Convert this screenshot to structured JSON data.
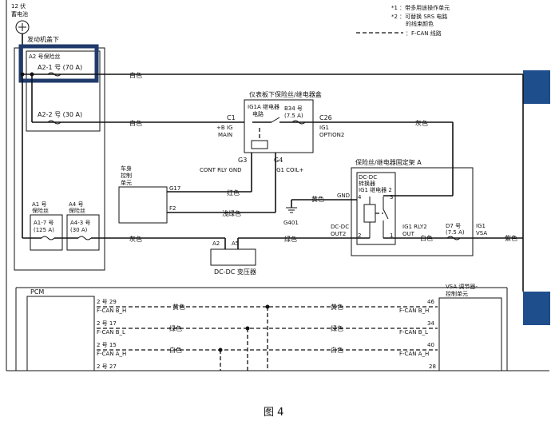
{
  "battery": {
    "line1": "12 伏",
    "line2": "蓄电池"
  },
  "notes": {
    "n1": "*1 ：带多用途操作单元",
    "n2a": "*2 ：可替换 SRS 电路",
    "n2b": "的线束颜色",
    "n3": "：F-CAN 线路"
  },
  "engine_bay": "发动机盖下",
  "fuse_box_a2": "A2 号保险丝",
  "fuses": {
    "a2_1": "A2-1 号 (70 A)",
    "a2_2": "A2-2 号 (30 A)",
    "a1_label_1": "A1 号",
    "a1_label_2": "保险丝",
    "a1_7_1": "A1-7 号",
    "a1_7_2": "(125 A)",
    "a4_label_1": "A4 号",
    "a4_label_2": "保险丝",
    "a4_3_1": "A4-3 号",
    "a4_3_2": "(30 A)",
    "b34_1": "B34 号",
    "b34_2": "(7.5 A)",
    "d7_1": "D7 号",
    "d7_2": "(7.5 A)"
  },
  "dash_box": {
    "title": "仪表板下保险丝/继电器盒",
    "relay_1": "IG1A 继电器",
    "relay_2": "电路",
    "c1": "C1",
    "plus_b_ig": "+B IG",
    "main": "MAIN",
    "c26": "C26",
    "ig1": "IG1",
    "option2": "OPTION2",
    "g3": "G3",
    "g4": "G4",
    "cont_rly_gnd": "CONT RLY GND",
    "ig1_coil": "IG1 COIL+"
  },
  "body_ctrl": {
    "l1": "车身",
    "l2": "控制",
    "l3": "单元",
    "g17": "G17",
    "f2": "F2"
  },
  "ground": {
    "label": "G401",
    "gnd": "GND"
  },
  "relay_box_a": {
    "title": "保险丝/继电器固定架 A",
    "l1": "DC-DC",
    "l2": "转换器",
    "l3": "IG1 继电器 2",
    "p4": "4",
    "p3": "3",
    "p2": "2",
    "p1": "1",
    "dcdc_out_1": "DC-DC",
    "dcdc_out_2": "OUT2",
    "ig1_rly2_1": "IG1 RLY2",
    "ig1_rly2_2": "OUT",
    "ig1_vsa_1": "IG1",
    "ig1_vsa_2": "VSA"
  },
  "converter": {
    "label": "DC-DC 变压器",
    "a2": "A2",
    "a5": "A5"
  },
  "wires": {
    "white": "白色",
    "gray": "灰色",
    "red": "红色",
    "light_green": "浅绿色",
    "yellow": "黄色",
    "green": "绿色",
    "pink": "紫色"
  },
  "pcm": "PCM",
  "vsa": {
    "l1": "VSA 调节器-",
    "l2": "控制单元"
  },
  "can_rows": [
    {
      "pin_l": "2 号 29",
      "name_l": "F-CAN B_H",
      "wire": "黄色",
      "pin_r": "46",
      "name_r": "F-CAN B_H"
    },
    {
      "pin_l": "2 号 17",
      "name_l": "F-CAN B_L",
      "wire": "绿色",
      "pin_r": "34",
      "name_r": "F-CAN B_L"
    },
    {
      "pin_l": "2 号 15",
      "name_l": "F-CAN A_H",
      "wire": "白色",
      "pin_r": "40",
      "name_r": "F-CAN A_H"
    },
    {
      "pin_l": "2 号 27",
      "name_l": "",
      "wire": "",
      "pin_r": "28",
      "name_r": ""
    }
  ],
  "caption": "图 4",
  "colors": {
    "accent_blue": "#1f4e8c",
    "highlight": "#1f3a6b"
  }
}
